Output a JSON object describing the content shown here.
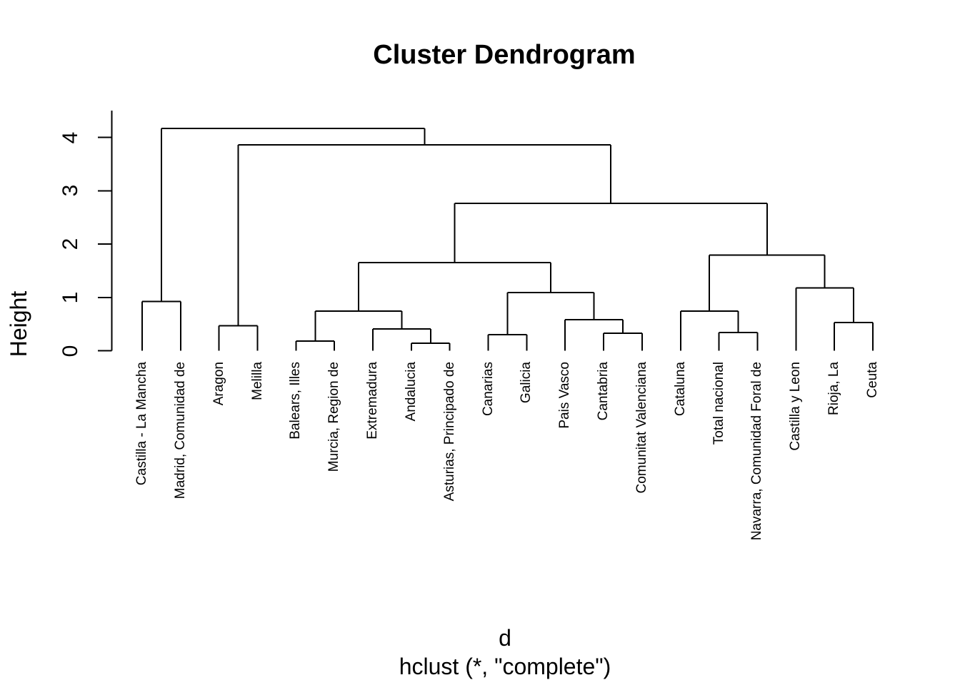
{
  "title": "Cluster Dendrogram",
  "y_axis": {
    "label": "Height",
    "ticks": [
      0,
      1,
      2,
      3,
      4
    ]
  },
  "x_axis": {
    "label": "d",
    "sub_label": "hclust (*, \"complete\")"
  },
  "colors": {
    "line": "#000000",
    "text": "#000000",
    "background": "#ffffff"
  },
  "chart_data": {
    "type": "dendrogram",
    "title": "Cluster Dendrogram",
    "ylabel": "Height",
    "xlabel": "d",
    "subtitle": "hclust (*, \"complete\")",
    "y_ticks": [
      0,
      1,
      2,
      3,
      4
    ],
    "ylim": [
      0,
      4.5
    ],
    "grid": false,
    "leaf_order": [
      "Castilla - La Mancha",
      "Madrid, Comunidad de",
      "Aragon",
      "Melilla",
      "Balears, Illes",
      "Murcia, Region de",
      "Extremadura",
      "Andalucia",
      "Asturias, Principado de",
      "Canarias",
      "Galicia",
      "Pais Vasco",
      "Cantabria",
      "Comunitat Valenciana",
      "Cataluna",
      "Total nacional",
      "Navarra, Comunidad Foral de",
      "Castilla y Leon",
      "Rioja, La",
      "Ceuta"
    ],
    "tree": {
      "h": 4.17,
      "children": [
        {
          "h": 0.92,
          "children": [
            {
              "leaf": "Castilla - La Mancha"
            },
            {
              "leaf": "Madrid, Comunidad de"
            }
          ]
        },
        {
          "h": 3.86,
          "children": [
            {
              "h": 0.47,
              "children": [
                {
                  "leaf": "Aragon"
                },
                {
                  "leaf": "Melilla"
                }
              ]
            },
            {
              "h": 2.76,
              "children": [
                {
                  "h": 1.65,
                  "children": [
                    {
                      "h": 0.74,
                      "children": [
                        {
                          "h": 0.18,
                          "children": [
                            {
                              "leaf": "Balears, Illes"
                            },
                            {
                              "leaf": "Murcia, Region de"
                            }
                          ]
                        },
                        {
                          "h": 0.41,
                          "children": [
                            {
                              "leaf": "Extremadura"
                            },
                            {
                              "h": 0.14,
                              "children": [
                                {
                                  "leaf": "Andalucia"
                                },
                                {
                                  "leaf": "Asturias, Principado de"
                                }
                              ]
                            }
                          ]
                        }
                      ]
                    },
                    {
                      "h": 1.09,
                      "children": [
                        {
                          "h": 0.3,
                          "children": [
                            {
                              "leaf": "Canarias"
                            },
                            {
                              "leaf": "Galicia"
                            }
                          ]
                        },
                        {
                          "h": 0.58,
                          "children": [
                            {
                              "leaf": "Pais Vasco"
                            },
                            {
                              "h": 0.33,
                              "children": [
                                {
                                  "leaf": "Cantabria"
                                },
                                {
                                  "leaf": "Comunitat Valenciana"
                                }
                              ]
                            }
                          ]
                        }
                      ]
                    }
                  ]
                },
                {
                  "h": 1.79,
                  "children": [
                    {
                      "h": 0.74,
                      "children": [
                        {
                          "leaf": "Cataluna"
                        },
                        {
                          "h": 0.34,
                          "children": [
                            {
                              "leaf": "Total nacional"
                            },
                            {
                              "leaf": "Navarra, Comunidad Foral de"
                            }
                          ]
                        }
                      ]
                    },
                    {
                      "h": 1.18,
                      "children": [
                        {
                          "leaf": "Castilla y Leon"
                        },
                        {
                          "h": 0.53,
                          "children": [
                            {
                              "leaf": "Rioja, La"
                            },
                            {
                              "leaf": "Ceuta"
                            }
                          ]
                        }
                      ]
                    }
                  ]
                }
              ]
            }
          ]
        }
      ]
    }
  }
}
